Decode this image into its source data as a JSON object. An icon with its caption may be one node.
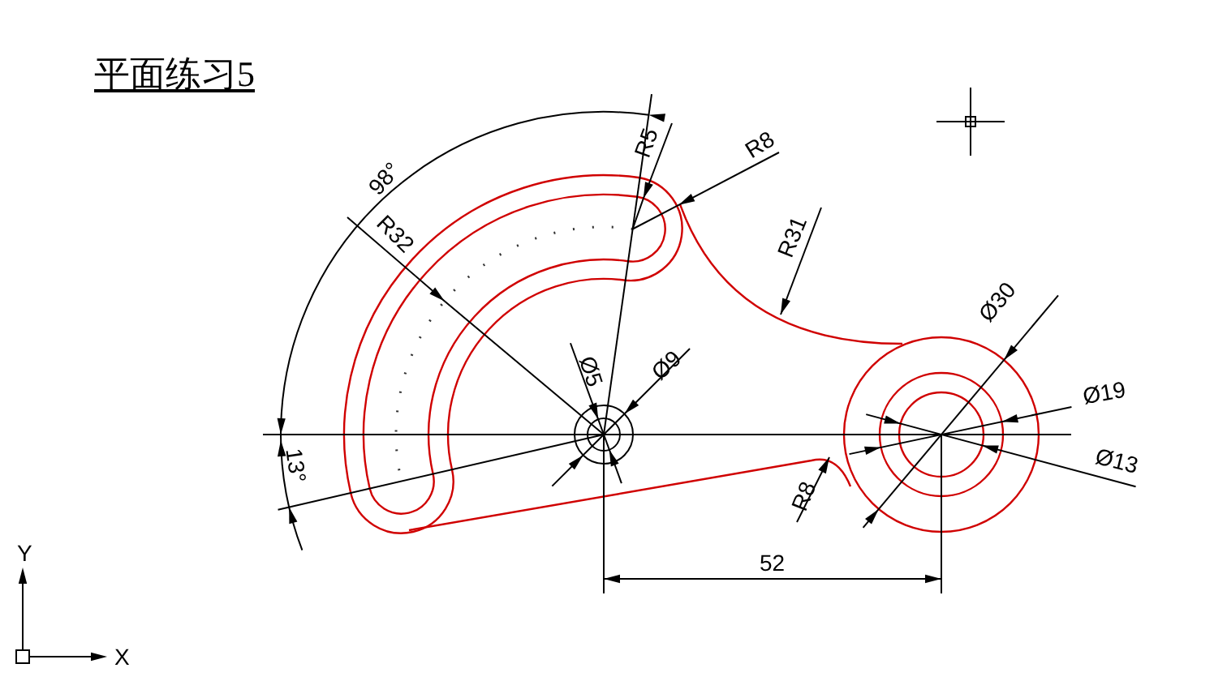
{
  "diagram": {
    "title": "平面练习5",
    "labels": [
      "98°",
      "R5",
      "R8",
      "R32",
      "R31",
      "Ø30",
      "Ø5",
      "Ø9",
      "Ø19",
      "Ø13",
      "13°",
      "R8",
      "52",
      "Y",
      "X"
    ]
  }
}
